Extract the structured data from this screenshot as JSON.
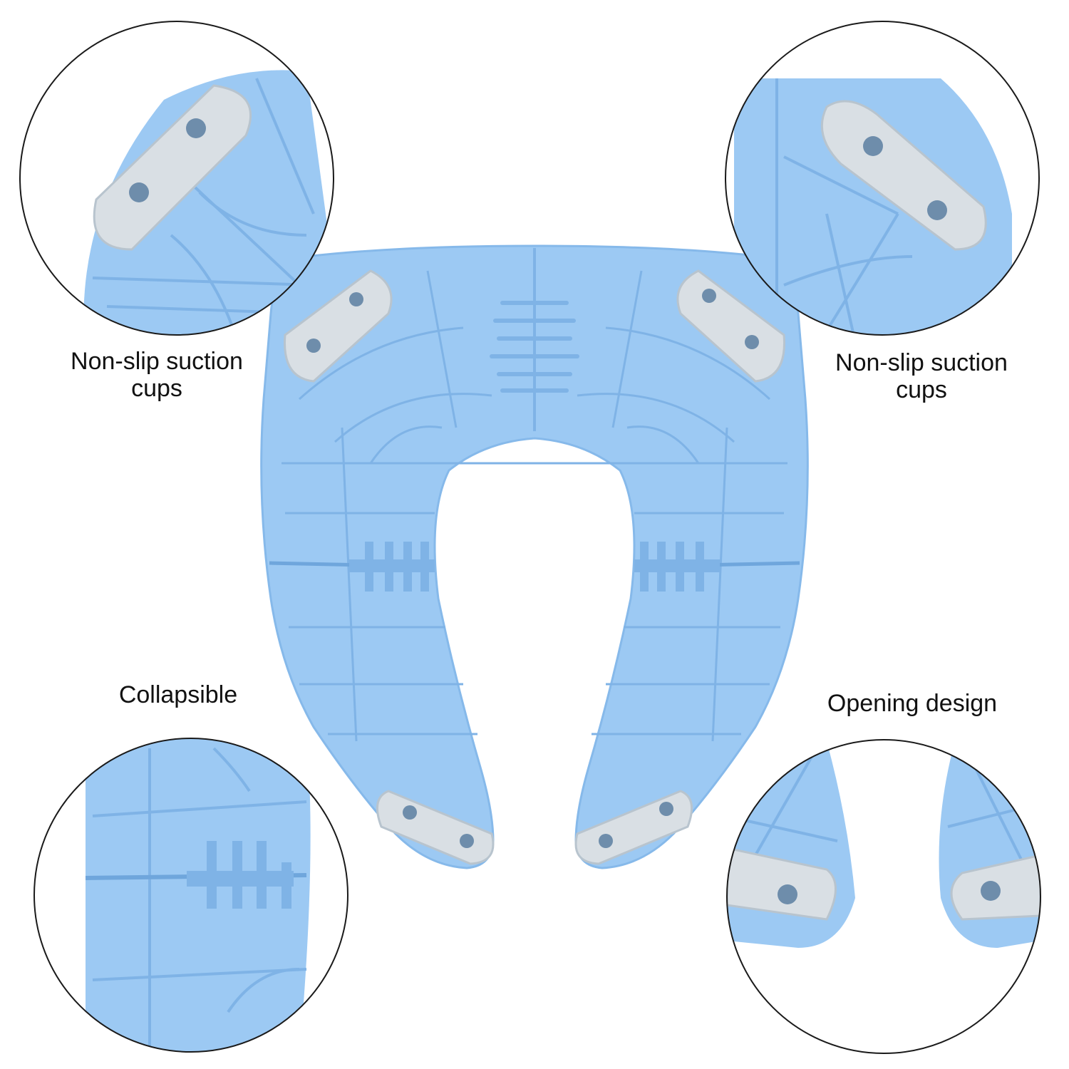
{
  "captions": {
    "top_left": "Non-slip suction cups",
    "top_right": "Non-slip suction cups",
    "bottom_left": "Collapsible",
    "bottom_right": "Opening design"
  },
  "colors": {
    "background": "#ffffff",
    "seat_blue": "#9cc9f3",
    "seat_rib": "#7fb3e6",
    "suction_pad": "#d9dfe4",
    "circle_outline": "#1a1a1a"
  },
  "product": {
    "icons": [
      "potty-seat",
      "suction-cup",
      "hinge"
    ]
  }
}
